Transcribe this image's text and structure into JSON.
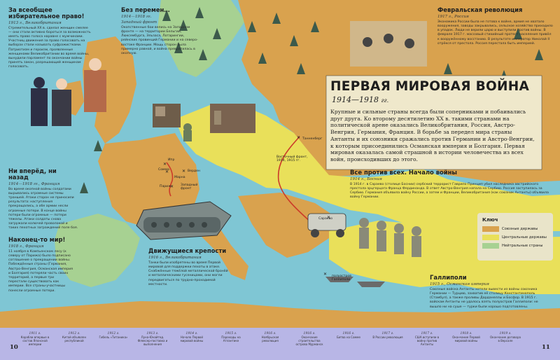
{
  "colors": {
    "sea": "#7fc6d4",
    "entente": "#d9a24e",
    "central": "#e9e05a",
    "neutral": "#a7d192",
    "timeline": "#b8b6e6",
    "line": "#cc3b2a"
  },
  "title": {
    "heading": "ПЕРВАЯ МИРОВАЯ ВОЙНА",
    "years": "1914—1918",
    "years_suffix": "гг.",
    "text": "Крупные и сильные страны всегда были соперниками и побаивались друг друга. Ко второму десятилетию XX в. такими странами на политической арене оказались Великобритания, Россия, Австро-Венгрия, Германия, Франция. В борьбе за передел мира страны Антанты и их союзники сражались против Германии и Австро-Венгрии, к которым присоединились Османская империя и Болгария. Первая мировая оказалась самой страшной в истории человечества из всех войн, происходивших до этого."
  },
  "boxes": {
    "vote": {
      "heading": "За всеобщее избирательное право!",
      "date": "1913 г., Великобритания",
      "text": "Стремительный ХХ в. сделал женщин смелее — они стали активно бороться за возможность иметь право голоса наравне с мужчинами. Участниц движения за право голосовать на выборах стали называть суфражистками. Патриотизм и героизм, проявленные женщинами Великобритании во время войны, вынудили парламент по окончании войны принять закон, разрешающий женщинам голосовать."
    },
    "nochange": {
      "heading": "Без перемен…",
      "date": "1914—1918 гг.",
      "sub": "Западный фронт",
      "text": "Окопственные бои велись на Западном фронте — на территории Бельгии, Люксембурга, Эльзаса, Лотарингии, рейнских провинций Германии и на северо-востоке Франции. Мощь сторон была примерно равной, и война превратилась в окопную."
    },
    "revolution": {
      "heading": "Февральская революция",
      "date": "1917 г., Россия",
      "text": "Экономика России была не готова к войне, армия не хватало вооружения, заводы закрывались, сельское хозяйство приходило в упадок. Люди не верили царю и выступили против войны. В феврале 1917 г. массовый стихийный протест населения привёл к вооружённому восстанию. В результате император Николай II отрёкся от престола. Россия перестала быть империей."
    },
    "noforward": {
      "heading": "Ни вперёд, ни назад",
      "date": "1914—1918 гг., Франция",
      "text": "Во время окопной войны солдатами вырывались огромные системы траншей. Атаки сторон не приносили результата: наступления прекращались, а обе армии несли огромные потери. В конце войны потери были огромные — потери тяжелы. Атаки солдаты снова загружали колючей проволокой и таких пехотных заграждений поле боя."
    },
    "peace": {
      "heading": "Наконец-то мир!",
      "date": "1918 г., Франция",
      "text": "11 ноября в Компьенском лесу (к северу от Парижа) было подписано соглашение о прекращении войны. Побеждённые страны (Германия, Австро-Венгрия, Османская империя и Болгария) потеряли часть своих территорий, а первые три перестали существовать как империи. Все страны-участницы понесли огромные потери."
    },
    "fortress": {
      "heading": "Движущиеся крепости",
      "date": "1916 г., Великобритания",
      "text": "Танки были изобретены во время Первой мировой для поддержки пехоты в атаке. Снабжённые тяжёлой металлической бронёй и металлическими гусеницами, они могли передвигаться по трудно-проходимой местности."
    },
    "allagainst": {
      "heading": "Все против всех. Начало войны",
      "date": "1914 г., Босния",
      "text": "В 1914 г. в Сараево (столице Боснии) сербский террорист Гаврило Принцип убил наследника австрийского престола эрцгерцога Франца Фердинанда. В ответ Австро-Венгрия напала на Сербию. Россия заступилась за Сербию. Германия объявила войну России, а затем и Франции, Великобритания (как союзник Антанты) объявила войну Германии."
    },
    "gallipoli": {
      "heading": "Галлиполи",
      "date": "1915 г., Османская империя",
      "text": "Союзные войска Антанты хотели вывести из войны союзника Германии — Турцию, захватив её столицу Константинополь (Стамбул), а также проливы Дарданеллы и Босфор. В 1915 г. войскам Антанты не удалось взять полуостров Галлиполи: не вышло ни на суше — турки были хорошо подготовлены."
    }
  },
  "map_labels": {
    "ypres": "Ипр",
    "somme": "Сомма",
    "marne": "Марна",
    "verdun": "Верден",
    "paris": "Париж",
    "western_front": "Западный фронт",
    "tannenberg": "Танненберг",
    "eastern_front": "Восточный фронт, 1914, 1915 гг.",
    "sarajevo": "Сараево",
    "gallipoli": "полуостров Галлиполи"
  },
  "legend": {
    "title": "Ключ",
    "items": [
      {
        "label": "Союзные державы",
        "color": "#d9a24e"
      },
      {
        "label": "Центральные державы",
        "color": "#e9e05a"
      },
      {
        "label": "Нейтральные страны",
        "color": "#a7d192"
      }
    ]
  },
  "timeline": [
    {
      "year": "1911 г.",
      "text": "Корабли впервые в состав Японской империи"
    },
    {
      "year": "1912 г.",
      "text": "Китай объявлен республикой"
    },
    {
      "year": "1912 г.",
      "text": "Гибель «Титаника»"
    },
    {
      "year": "1913 г.",
      "text": "Луна-Юнайтед. Флексер-поставка и выполнения"
    },
    {
      "year": "1914 г.",
      "text": "Начало Первой мировой войны"
    },
    {
      "year": "1915 г.",
      "text": "Пароходы на Атлантике"
    },
    {
      "year": "1916 г.",
      "text": "Ноябрьская революция"
    },
    {
      "year": "1916 г.",
      "text": "Окончание строительства острова Мурманск"
    },
    {
      "year": "1916 г.",
      "text": "Битва на Сомме"
    },
    {
      "year": "1917 г.",
      "text": "В России революция"
    },
    {
      "year": "1917 г.",
      "text": "США вступили в войну против Антанты"
    },
    {
      "year": "1918 г.",
      "text": "Окончание Первой мировой войны"
    },
    {
      "year": "1919 г.",
      "text": "Окончание договора в Версале"
    }
  ],
  "pages": {
    "left": "10",
    "right": "11"
  }
}
